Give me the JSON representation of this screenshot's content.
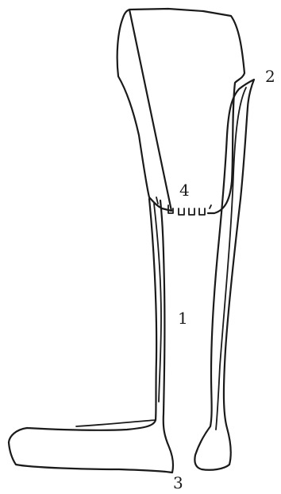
{
  "labels": {
    "one": "1",
    "two": "2",
    "three": "3",
    "four": "4"
  },
  "colors": {
    "ink": "#1a1a1a",
    "paper": "#ffffff"
  }
}
